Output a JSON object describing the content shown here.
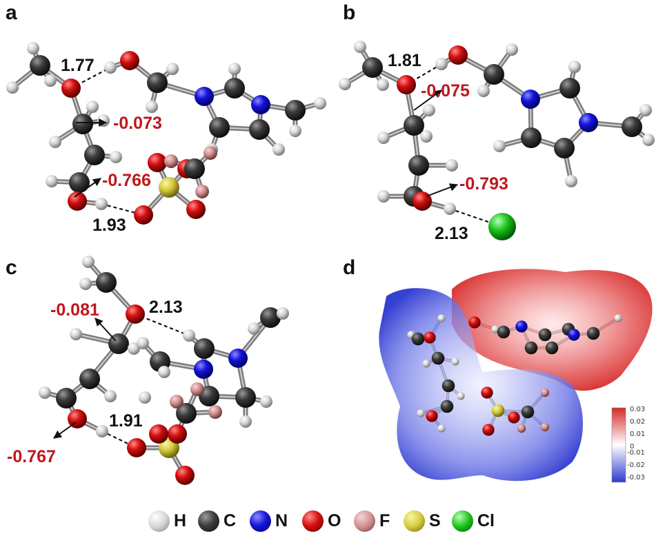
{
  "panels": [
    {
      "letter": "a",
      "distances": [
        "1.77",
        "1.93"
      ],
      "charges": [
        "-0.073",
        "-0.766"
      ]
    },
    {
      "letter": "b",
      "distances": [
        "1.81",
        "2.13"
      ],
      "charges": [
        "-0.075",
        "-0.793"
      ]
    },
    {
      "letter": "c",
      "distances": [
        "2.13",
        "1.91"
      ],
      "charges": [
        "-0.081",
        "-0.767"
      ]
    },
    {
      "letter": "d"
    }
  ],
  "colorbar": {
    "ticks": [
      "0.03",
      "0.02",
      "0.01",
      "0",
      "-0.01",
      "-0.02",
      "-0.03"
    ],
    "colors": {
      "high": "#d42a2a",
      "mid": "#ffffff",
      "low": "#2b3bd0"
    }
  },
  "legend": [
    {
      "symbol": "H",
      "color": "#d9d9d9"
    },
    {
      "symbol": "C",
      "color": "#3a3a3a"
    },
    {
      "symbol": "N",
      "color": "#1a1ad6"
    },
    {
      "symbol": "O",
      "color": "#d41010"
    },
    {
      "symbol": "F",
      "color": "#d89a9a"
    },
    {
      "symbol": "S",
      "color": "#d8cf3a"
    },
    {
      "symbol": "Cl",
      "color": "#18c018"
    }
  ]
}
